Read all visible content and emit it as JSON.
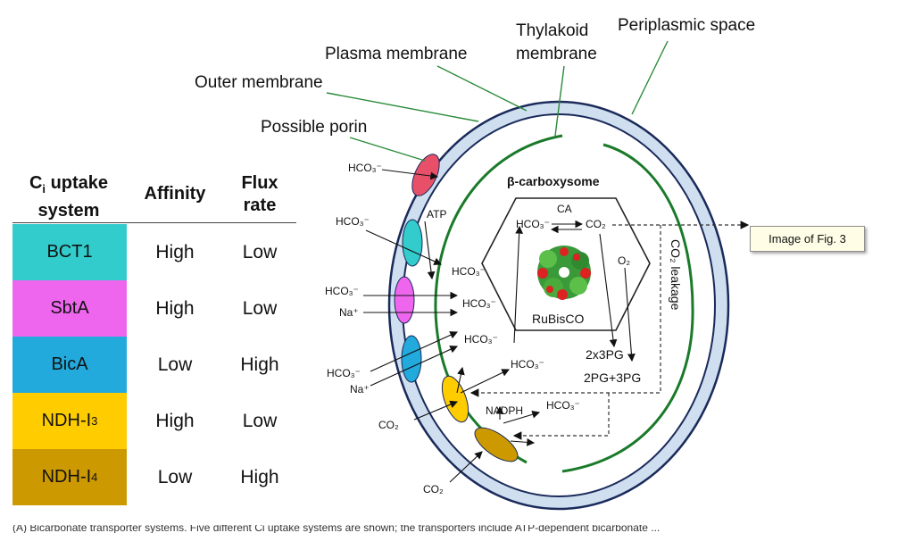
{
  "table": {
    "header": {
      "col1_line1_main": "C",
      "col1_line1_sub": "i",
      "col1_line1_rest": " uptake",
      "col1_line2": "system",
      "col2": "Affinity",
      "col3_line1": "Flux",
      "col3_line2": "rate"
    },
    "rows": [
      {
        "name": "BCT1",
        "name_sub": "",
        "affinity": "High",
        "flux": "Low",
        "color": "#33cccc"
      },
      {
        "name": "SbtA",
        "name_sub": "",
        "affinity": "High",
        "flux": "Low",
        "color": "#ee66ee"
      },
      {
        "name": "BicA",
        "name_sub": "",
        "affinity": "Low",
        "flux": "High",
        "color": "#22aadd"
      },
      {
        "name": "NDH-I",
        "name_sub": "3",
        "affinity": "High",
        "flux": "Low",
        "color": "#ffcc00"
      },
      {
        "name": "NDH-I",
        "name_sub": "4",
        "affinity": "Low",
        "flux": "High",
        "color": "#cc9900"
      }
    ]
  },
  "labels": {
    "periplasmic_space": "Periplasmic space",
    "thylakoid_line1": "Thylakoid",
    "thylakoid_line2": "membrane",
    "plasma_membrane": "Plasma membrane",
    "outer_membrane": "Outer membrane",
    "possible_porin": "Possible porin",
    "carboxysome": "β-carboxysome",
    "ca": "CA",
    "rubisco": "RuBisCO",
    "leakage": "CO₂ leakage",
    "atp": "ATP",
    "nadph": "NADPH",
    "hco3": "HCO₃⁻",
    "na": "Na⁺",
    "co2": "CO₂",
    "o2": "O₂",
    "pg_2x3": "2x3PG",
    "pg_2_3": "2PG+3PG"
  },
  "tooltip": "Image of Fig. 3",
  "footer_text": "(A) Bicarbonate transporter systems. Five different Ci uptake systems are shown; the transporters include ATP-dependent bicarbonate ...",
  "colors": {
    "membrane_fill": "#cfdff0",
    "membrane_stroke": "#1a2a5a",
    "thylakoid": "#1a7a2a",
    "porin": "#e8506a"
  }
}
